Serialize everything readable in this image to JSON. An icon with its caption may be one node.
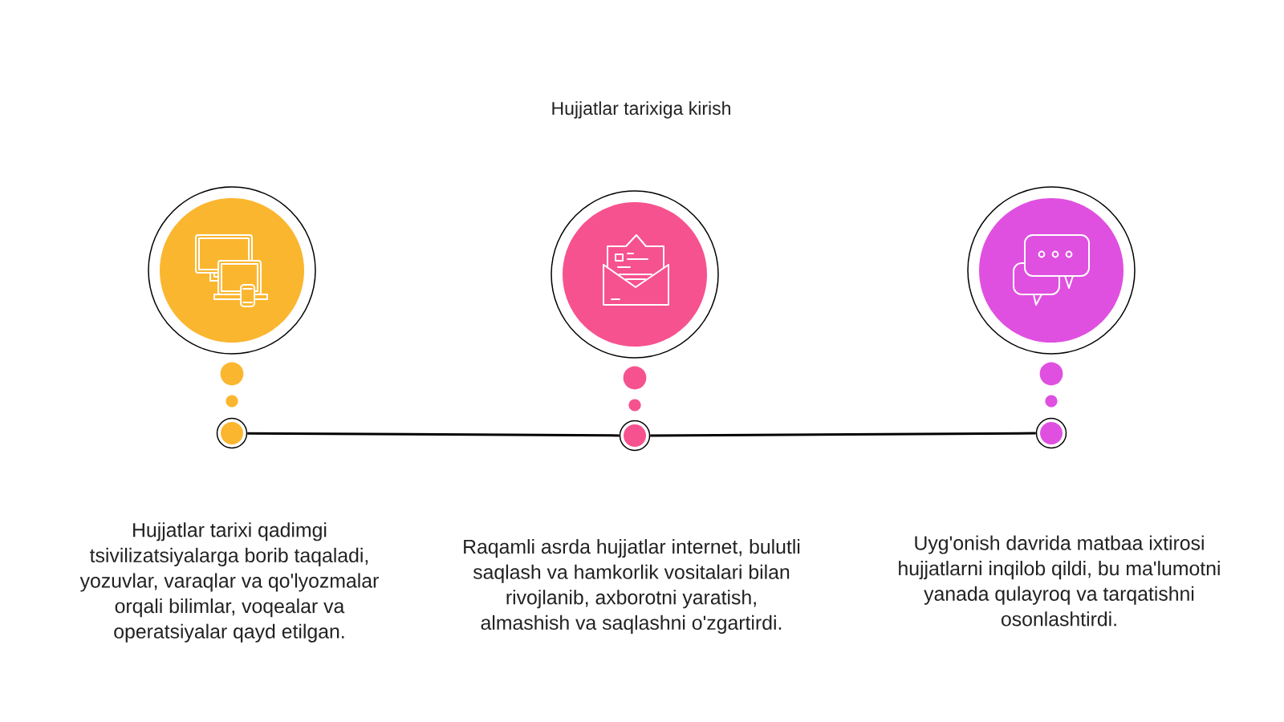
{
  "diagram": {
    "title": "Hujjatlar tarixiga kirish",
    "nodes": [
      {
        "text": [],
        "shape": "circle"
      },
      {
        "text": [],
        "shape": "circle"
      },
      {
        "text": [],
        "shape": "circle"
      },
      {
        "text": [],
        "shape": "circle"
      },
      {
        "text": [],
        "shape": "circle"
      },
      {
        "text": [],
        "shape": "circle"
      }
    ],
    "edges": [
      {
        "from": 3,
        "to": 4,
        "arrow": "none"
      },
      {
        "from": 4,
        "to": 5,
        "arrow": "none"
      }
    ],
    "labels": [
      "Hujjatlar tarixi qadimgi tsivilizatsiyalarga borib taqaladi, yozuvlar, varaqlar va qo'lyozmalar orqali bilimlar, voqealar va operatsiyalar qayd etilgan.",
      "Raqamli asrda hujjatlar internet, bulutli saqlash va hamkorlik vositalari bilan rivojlanib, axborotni yaratish, almashish va saqlashni o'zgartirdi.",
      "Uyg'onish davrida matbaa ixtirosi hujjatlarni inqilob qildi, bu ma'lumotni yanada qulayroq va tarqatishni osonlashtirdi."
    ]
  }
}
